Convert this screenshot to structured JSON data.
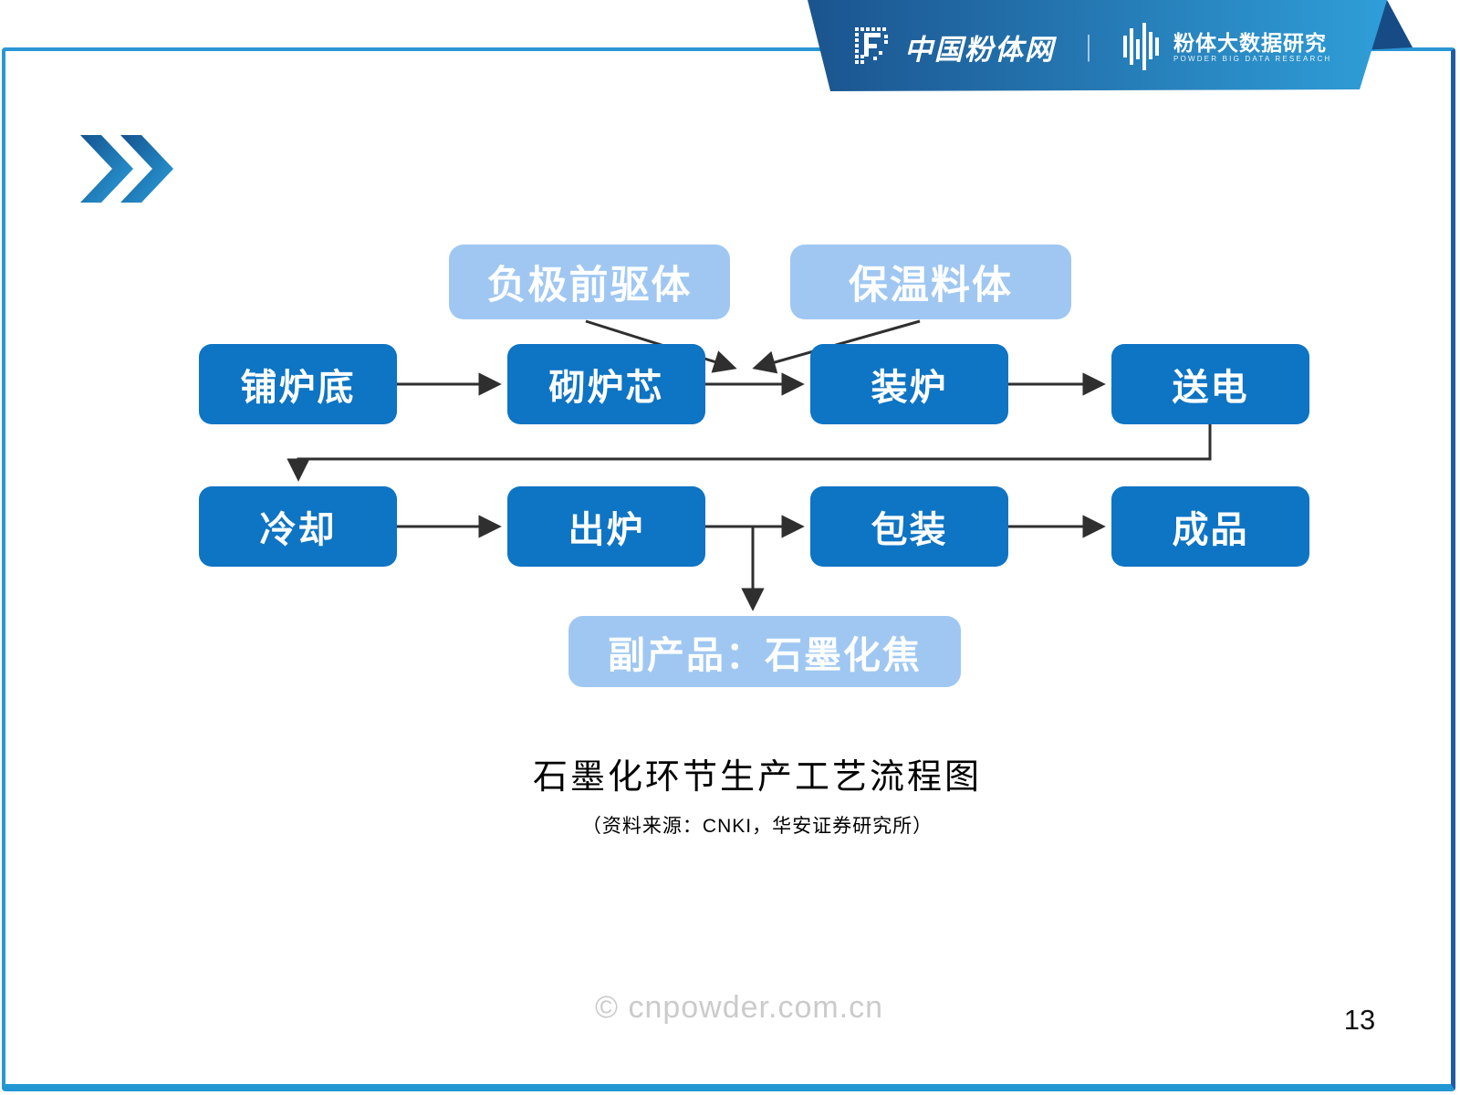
{
  "header": {
    "brand_left": "中国粉体网",
    "divider": "｜",
    "brand_right_title": "粉体大数据研究",
    "brand_right_subtitle": "POWDER BIG DATA RESEARCH"
  },
  "flowchart": {
    "inputs": [
      {
        "label": "负极前驱体"
      },
      {
        "label": "保温料体"
      }
    ],
    "row1": [
      {
        "label": "铺炉底"
      },
      {
        "label": "砌炉芯"
      },
      {
        "label": "装炉"
      },
      {
        "label": "送电"
      }
    ],
    "row2": [
      {
        "label": "冷却"
      },
      {
        "label": "出炉"
      },
      {
        "label": "包装"
      },
      {
        "label": "成品"
      }
    ],
    "byproduct": {
      "label": "副产品：石墨化焦"
    }
  },
  "caption": {
    "title": "石墨化环节生产工艺流程图",
    "source": "（资料来源：CNKI，华安证券研究所）"
  },
  "footer": {
    "watermark": "© cnpowder.com.cn",
    "page_number": "13"
  },
  "colors": {
    "process_box": "#0e74c4",
    "input_box": "#9fc7f2",
    "arrow": "#2f2f2f",
    "frame_border": "#2b96d4",
    "banner_dark": "#1b548f",
    "banner_light": "#2f9ed8"
  }
}
